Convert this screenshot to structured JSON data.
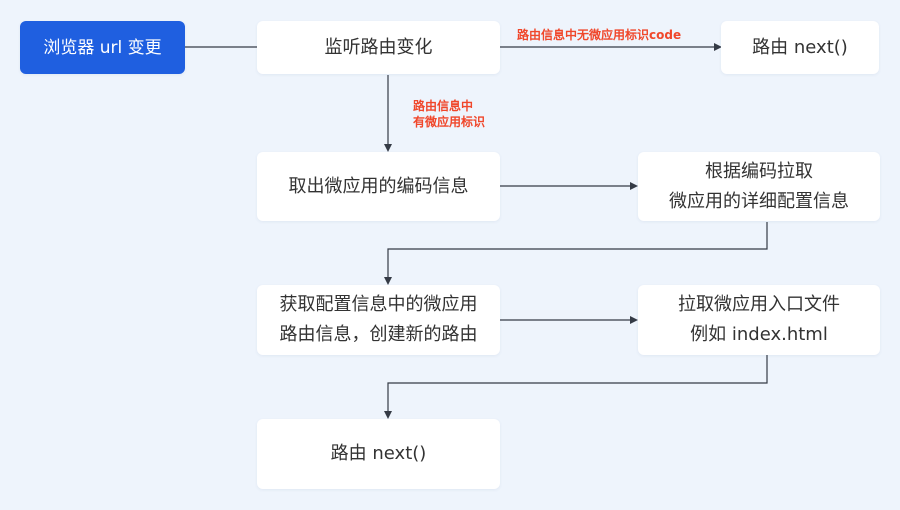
{
  "nodes": [
    {
      "id": "start",
      "label": "浏览器 url 变更"
    },
    {
      "id": "listen",
      "label": "监听路由变化"
    },
    {
      "id": "next_top",
      "label": "路由 next()"
    },
    {
      "id": "extract",
      "label": "取出微应用的编码信息"
    },
    {
      "id": "fetch_config",
      "label": "根据编码拉取\n微应用的详细配置信息"
    },
    {
      "id": "create_route",
      "label": "获取配置信息中的微应用\n路由信息，创建新的路由"
    },
    {
      "id": "fetch_entry",
      "label": "拉取微应用入口文件\n例如 index.html"
    },
    {
      "id": "next_bottom",
      "label": "路由 next()"
    }
  ],
  "edge_labels": {
    "no_flag": "路由信息中无微应用标识code",
    "has_flag": "路由信息中\n有微应用标识"
  },
  "colors": {
    "background": "#eef4fc",
    "primary": "#1f5fe0",
    "edge_label": "#f0472b",
    "line": "#353b46"
  }
}
